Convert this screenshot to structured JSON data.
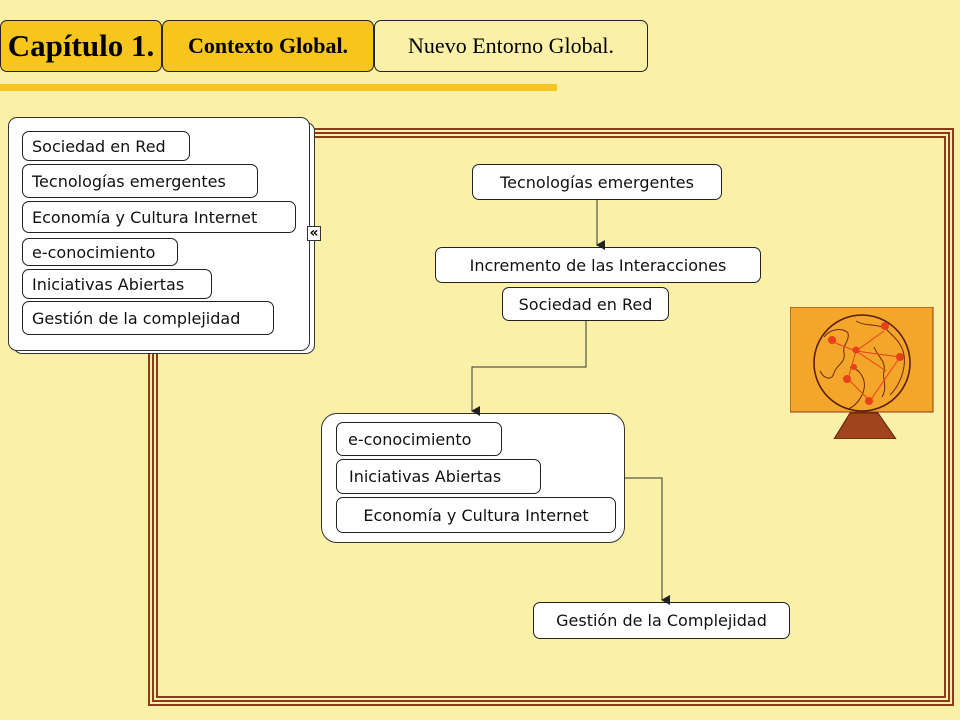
{
  "tabs": {
    "chapter": "Capítulo 1.",
    "context": "Contexto Global.",
    "current": "Nuevo Entorno Global."
  },
  "menu": {
    "items": [
      "Sociedad en Red",
      "Tecnologías emergentes",
      "Economía y Cultura Internet",
      "e-conocimiento",
      "Iniciativas Abiertas",
      "Gestión de la complejidad"
    ],
    "collapse_glyph": "«"
  },
  "diagram": {
    "tecnologias": "Tecnologías emergentes",
    "incremento": "Incremento de las Interacciones",
    "sociedad": "Sociedad en Red",
    "group": [
      "e-conocimiento",
      "Iniciativas Abiertas",
      "Economía y Cultura Internet"
    ],
    "gestion": "Gestión de la Complejidad"
  },
  "colors": {
    "background": "#FBF0A8",
    "tab_active": "#F6C61E",
    "frame_brown": "#8B3A1A",
    "globe_bg": "#F4A62A",
    "globe_stand": "#A0441E"
  },
  "icons": [
    "globe-icon"
  ]
}
